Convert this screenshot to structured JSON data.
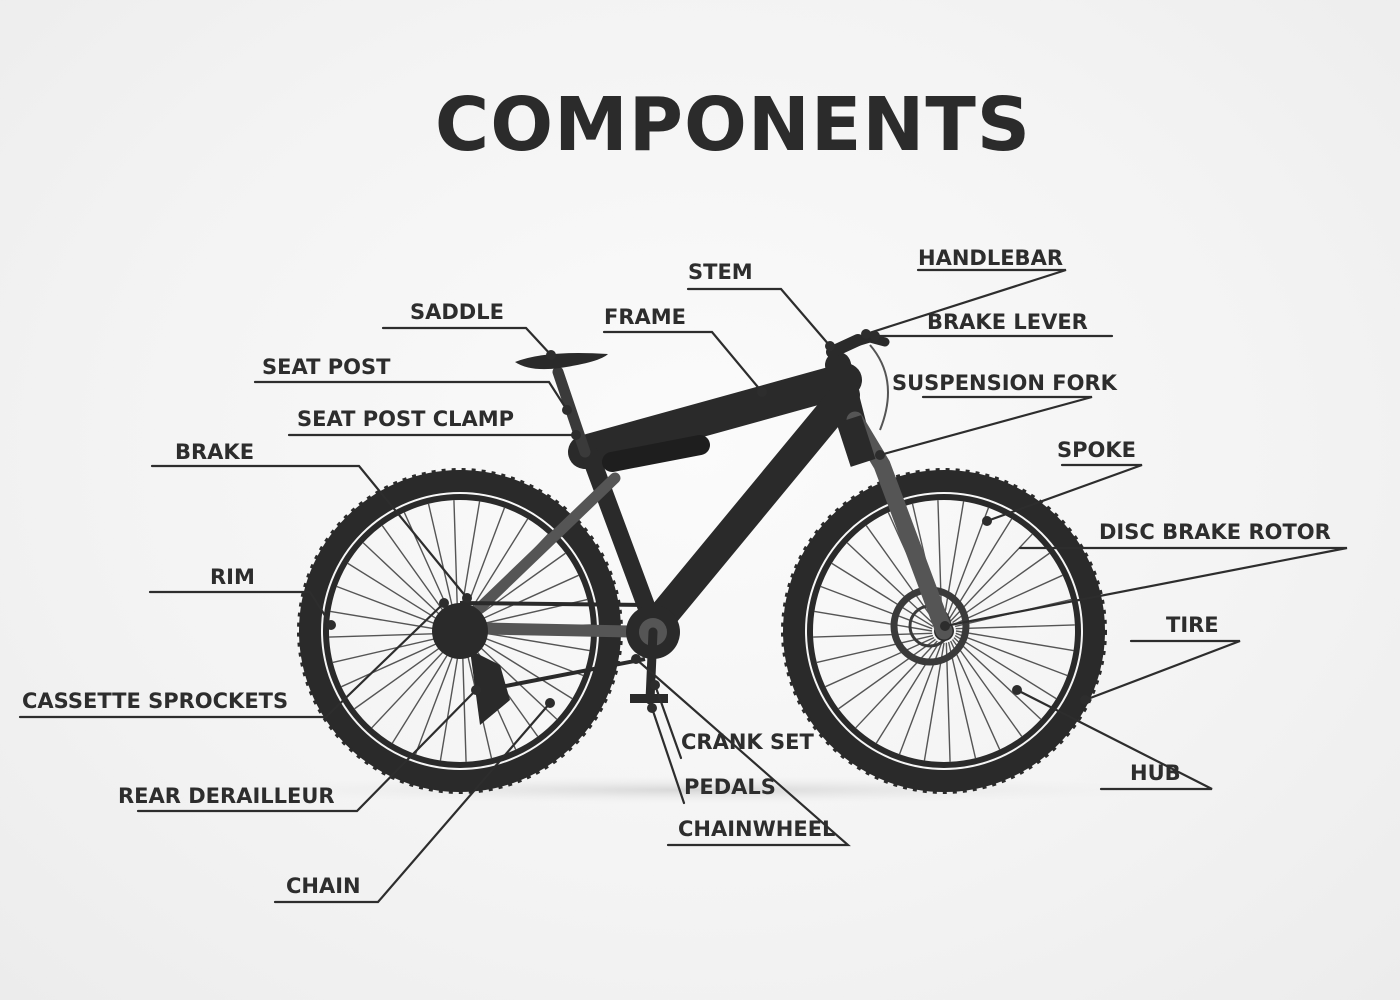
{
  "title": "COMPONENTS",
  "colors": {
    "ink": "#2d2d2d",
    "bike_dark": "#2a2a2a",
    "bike_mid": "#555555",
    "background": "#f4f4f4"
  },
  "labels": {
    "stem": "STEM",
    "handlebar": "HANDLEBAR",
    "saddle": "SADDLE",
    "frame": "FRAME",
    "brake_lever": "BRAKE LEVER",
    "seat_post": "SEAT POST",
    "suspension_fork": "SUSPENSION FORK",
    "seat_post_clamp": "SEAT POST CLAMP",
    "brake": "BRAKE",
    "spoke": "SPOKE",
    "disc_brake_rotor": "DISC BRAKE ROTOR",
    "rim": "RIM",
    "tire": "TIRE",
    "cassette_sprockets": "CASSETTE SPROCKETS",
    "crank_set": "CRANK SET",
    "hub": "HUB",
    "pedals": "PEDALS",
    "rear_derailleur": "REAR DERAILLEUR",
    "chainwheel": "CHAINWHEEL",
    "chain": "CHAIN"
  }
}
